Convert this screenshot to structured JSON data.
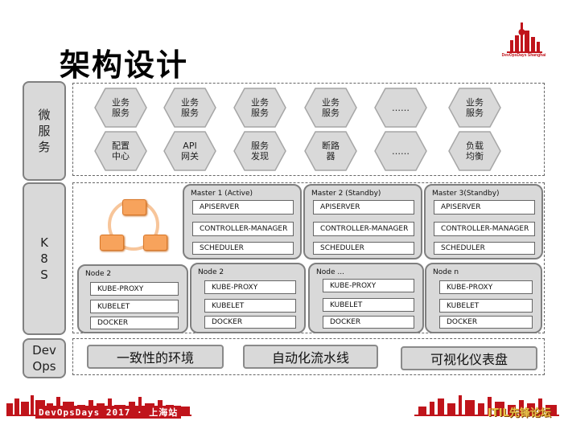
{
  "title": "架构设计",
  "side": {
    "micro": [
      "微",
      "服",
      "务"
    ],
    "k8s": [
      "K",
      "8",
      "S"
    ],
    "devops": [
      "Dev",
      "Ops"
    ]
  },
  "micro_row1": [
    "业务\n服务",
    "业务\n服务",
    "业务\n服务",
    "业务\n服务",
    "……",
    "业务\n服务"
  ],
  "micro_row2": [
    "配置\n中心",
    "API\n网关",
    "服务\n发现",
    "断路\n器",
    "……",
    "负载\n均衡"
  ],
  "masters": [
    {
      "title": "Master 1 (Active)",
      "items": [
        "APISERVER",
        "CONTROLLER-MANAGER",
        "SCHEDULER"
      ]
    },
    {
      "title": "Master 2 (Standby)",
      "items": [
        "APISERVER",
        "CONTROLLER-MANAGER",
        "SCHEDULER"
      ]
    },
    {
      "title": "Master 3(Standby)",
      "items": [
        "APISERVER",
        "CONTROLLER-MANAGER",
        "SCHEDULER"
      ]
    }
  ],
  "nodes": [
    {
      "title": "Node 2",
      "items": [
        "KUBE-PROXY",
        "KUBELET",
        "DOCKER"
      ]
    },
    {
      "title": "Node 2",
      "items": [
        "KUBE-PROXY",
        "KUBELET",
        "DOCKER"
      ]
    },
    {
      "title": "Node ...",
      "items": [
        "KUBE-PROXY",
        "KUBELET",
        "DOCKER"
      ]
    },
    {
      "title": "Node n",
      "items": [
        "KUBE-PROXY",
        "KUBELET",
        "DOCKER"
      ]
    }
  ],
  "devops_items": [
    "一致性的环境",
    "自动化流水线",
    "可视化仪表盘"
  ],
  "footer": {
    "event_text": "DevOpsDays 2017 · 上海站",
    "watermark": "ITIL先锋论坛",
    "logo_caption": "DevOpsDays Shanghai"
  },
  "colors": {
    "accent_red": "#c0141b",
    "panel_gray": "#d9d9d9",
    "orange": "#f7a35c"
  }
}
